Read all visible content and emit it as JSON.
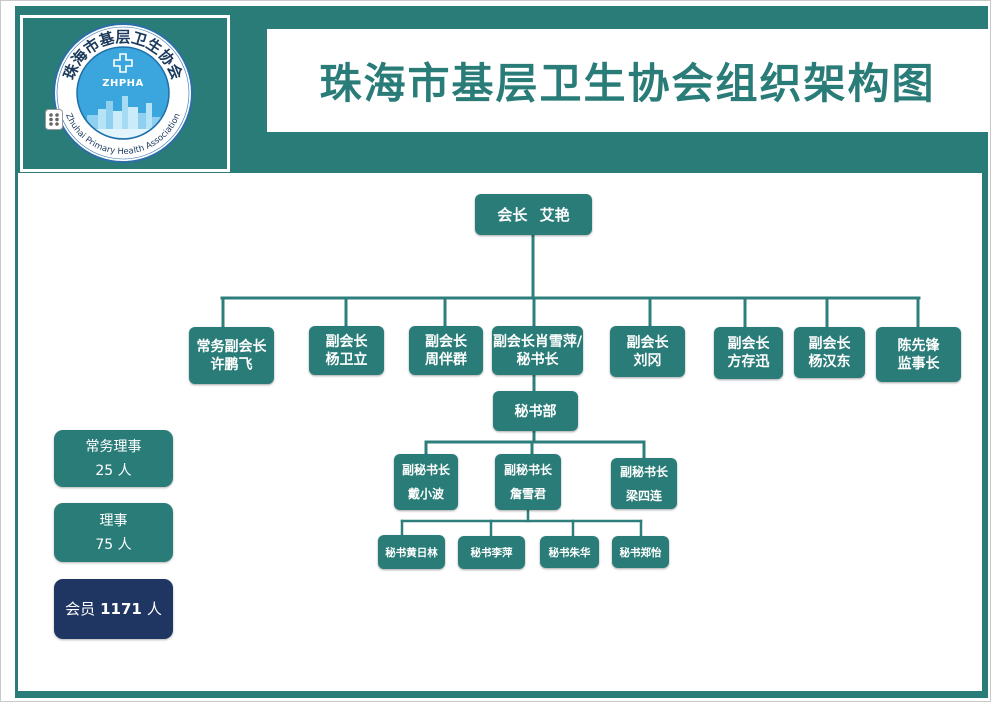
{
  "title": "珠海市基层卫生协会组织架构图",
  "logo": {
    "name_cn": "珠海市基层卫生协会",
    "name_en": "Zhuhai Primary Health Association",
    "abbr": "ZHPHA",
    "icon": "medical-cross-icon"
  },
  "colors": {
    "frame": "#2a7c78",
    "node": "#2a7c78",
    "node_text": "#ffffff",
    "title_text": "#2a7c78",
    "members_box": "#1f3562",
    "logo_blue": "#3aa6dd"
  },
  "org": {
    "president": {
      "label": "会长 艾艳"
    },
    "leadership": [
      {
        "lines": [
          "常务副会长",
          "许鹏飞"
        ]
      },
      {
        "lines": [
          "副会长",
          "杨卫立"
        ]
      },
      {
        "lines": [
          "副会长",
          "周伴群"
        ]
      },
      {
        "lines": [
          "副会长肖雪萍/",
          "秘书长"
        ]
      },
      {
        "lines": [
          "副会长",
          "刘冈"
        ]
      },
      {
        "lines": [
          "副会长",
          "方存迅"
        ]
      },
      {
        "lines": [
          "副会长",
          "杨汉东"
        ]
      },
      {
        "lines": [
          "陈先锋",
          "监事长"
        ]
      }
    ],
    "secretariat": {
      "label": "秘书部"
    },
    "deputy_secretaries": [
      {
        "lines": [
          "副秘书长",
          "戴小波"
        ]
      },
      {
        "lines": [
          "副秘书长",
          "詹雪君"
        ]
      },
      {
        "lines": [
          "副秘书长",
          "梁四连"
        ]
      }
    ],
    "secretaries": [
      {
        "label": "秘书黄日林"
      },
      {
        "label": "秘书李萍"
      },
      {
        "label": "秘书朱华"
      },
      {
        "label": "秘书郑怡"
      }
    ]
  },
  "stats": [
    {
      "lines": [
        "常务理事",
        "25 人"
      ]
    },
    {
      "lines": [
        "理事",
        "75 人"
      ]
    },
    {
      "label": "会员",
      "count": "1171",
      "unit": "人"
    }
  ]
}
